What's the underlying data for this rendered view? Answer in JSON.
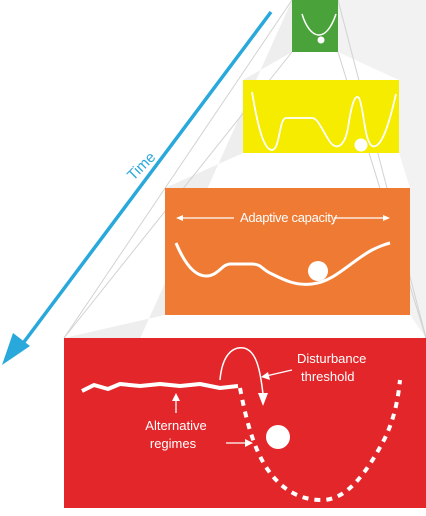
{
  "labels": {
    "time": "Time",
    "adaptive_capacity": "Adaptive capacity",
    "disturbance_line1": "Disturbance",
    "disturbance_line2": "threshold",
    "alternative_line1": "Alternative",
    "alternative_line2": "regimes"
  },
  "panels": [
    {
      "name": "green",
      "color": "#4aa33a"
    },
    {
      "name": "yellow",
      "color": "#f6ec00"
    },
    {
      "name": "orange",
      "color": "#ef7a33"
    },
    {
      "name": "red",
      "color": "#e3262a"
    }
  ],
  "colors": {
    "time_arrow": "#29a8dc",
    "perspective_face": "#e6e6e6",
    "perspective_edge": "#cfcfcf",
    "curve": "#ffffff",
    "ball": "#ffffff"
  }
}
